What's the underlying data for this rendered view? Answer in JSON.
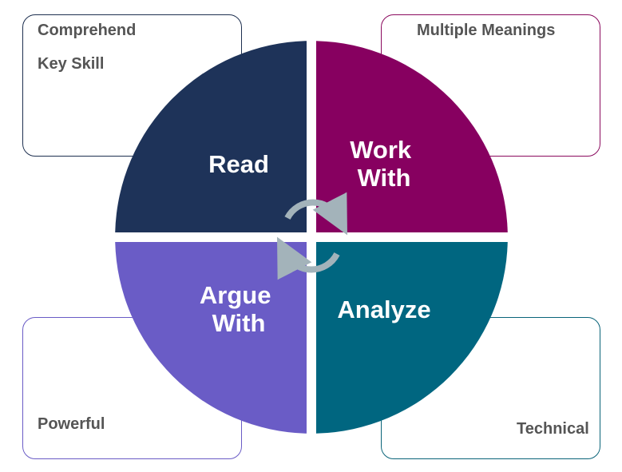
{
  "corner_notes": {
    "top_left": {
      "line1": "Comprehend",
      "line2": "Key Skill"
    },
    "top_right": {
      "line1": "Multiple Meanings"
    },
    "bottom_left": {
      "line1": "Powerful"
    },
    "bottom_right": {
      "line1": "Technical"
    }
  },
  "wheel": {
    "quadrants": [
      {
        "id": "read",
        "lines": [
          "Read"
        ],
        "color": "#1e3359"
      },
      {
        "id": "work",
        "lines": [
          "Work",
          "With"
        ],
        "color": "#870060"
      },
      {
        "id": "argue",
        "lines": [
          "Argue",
          "With"
        ],
        "color": "#6a5cc6"
      },
      {
        "id": "analyze",
        "lines": [
          "Analyze"
        ],
        "color": "#006680"
      }
    ],
    "cycle_arrow_color": "#a3b3ba"
  }
}
